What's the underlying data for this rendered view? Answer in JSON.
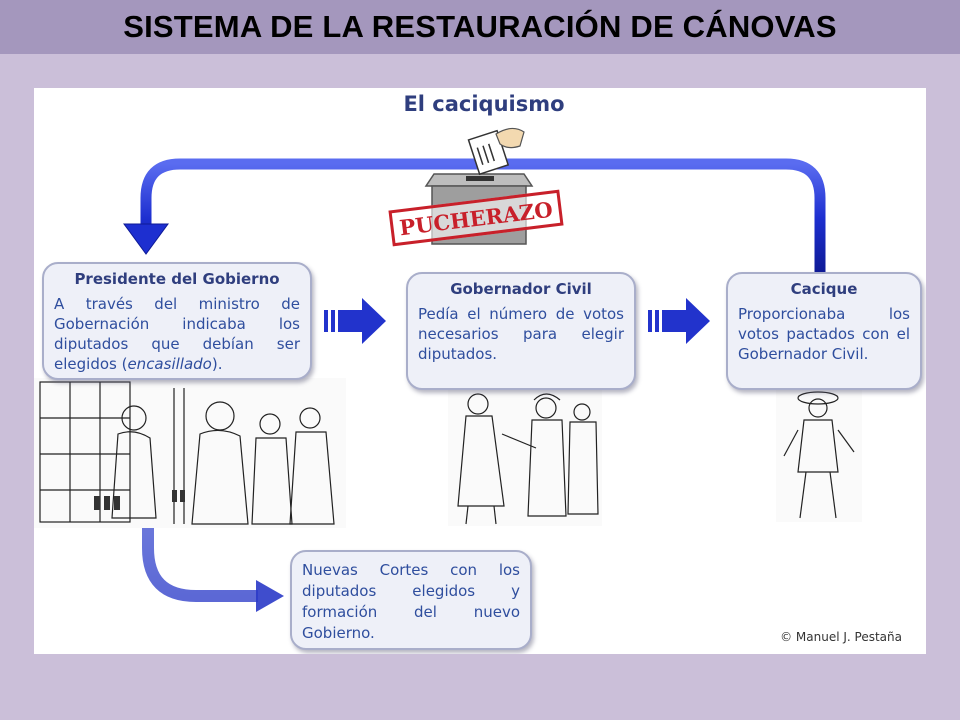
{
  "header": {
    "title": "SISTEMA DE LA RESTAURACIÓN DE CÁNOVAS"
  },
  "diagram": {
    "title": "El caciquismo",
    "stamp": "PUCHERAZO",
    "nodes": {
      "presidente": {
        "heading": "Presidente del Gobierno",
        "text_before": "A través del ministro de Gobernación indicaba los diputados que debían ser elegidos (",
        "text_italic": "encasillado",
        "text_after": ")."
      },
      "gobernador": {
        "heading": "Gobernador Civil",
        "text": "Pedía el número de votos necesarios para elegir diputados."
      },
      "cacique": {
        "heading": "Cacique",
        "text": "Proporcionaba los votos pactados con el Gobernador Civil."
      },
      "cortes": {
        "text": "Nuevas Cortes con los diputados elegidos y formación del nuevo Gobierno."
      }
    },
    "credit": "© Manuel J. Pestaña",
    "colors": {
      "arrow": "#2233cc",
      "box_text": "#2f4e9e",
      "heading": "#2f3e7e",
      "stamp": "#c8202a"
    }
  }
}
